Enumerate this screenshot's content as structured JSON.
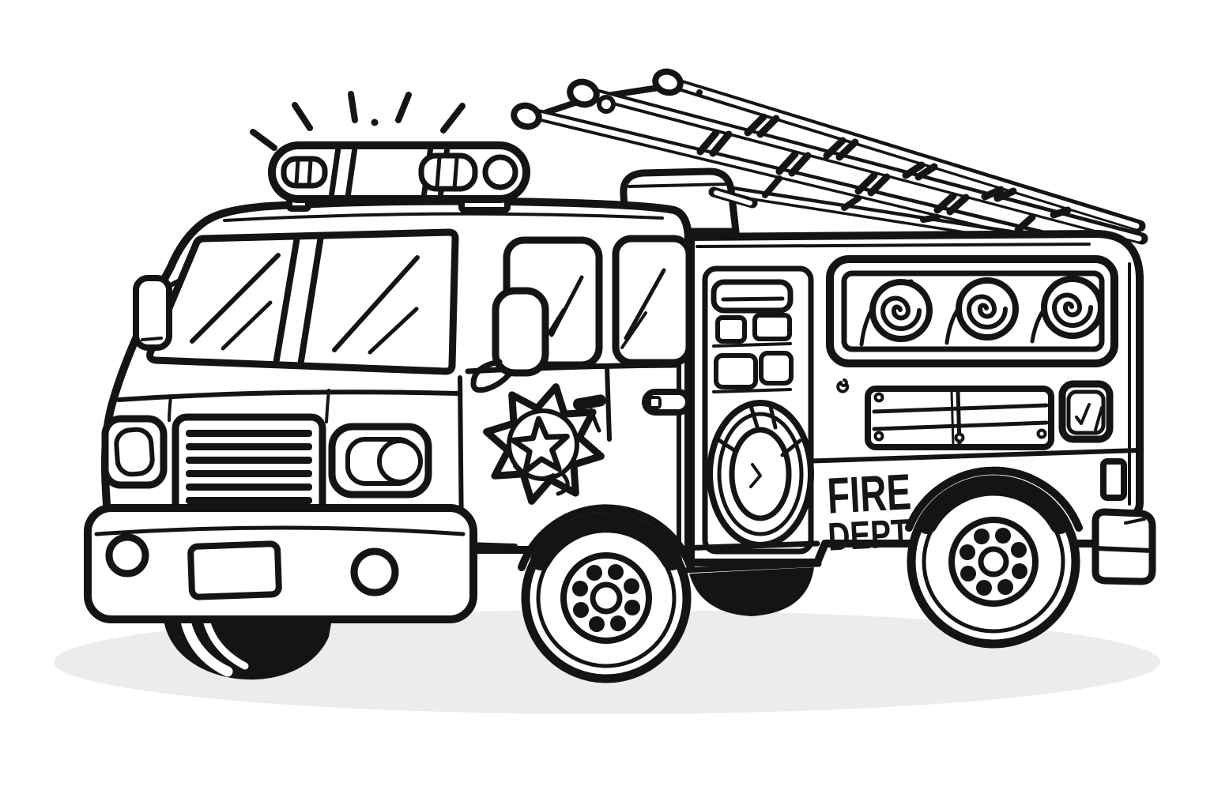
{
  "illustration": {
    "type": "coloring-page line art",
    "subject": "cartoon fire truck with roof ladder, light bar, hose reels and star badge",
    "background_color": "#ffffff",
    "line_color": "#141414",
    "shadow_color": "#ececec"
  },
  "truck": {
    "label_line1": "FIRE",
    "label_line2": "DEPT."
  }
}
